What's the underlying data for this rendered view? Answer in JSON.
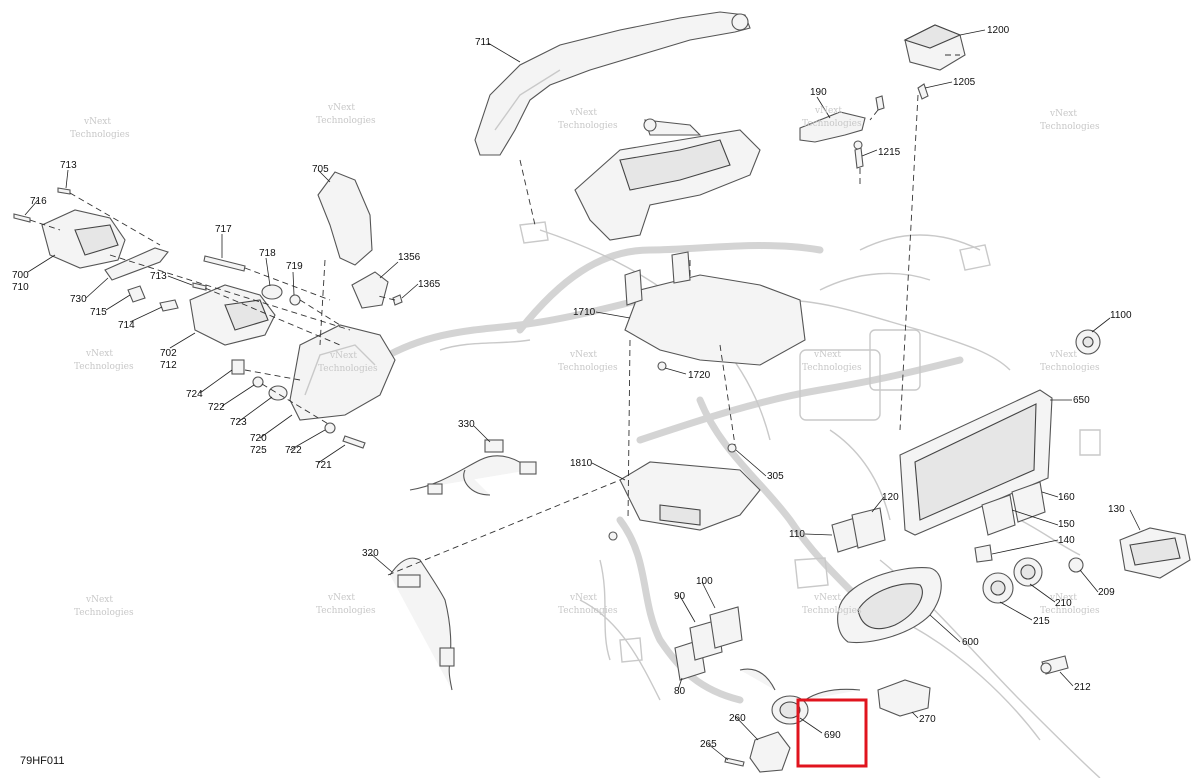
{
  "diagram_code": "79HF011",
  "watermark": {
    "line1": "vNext",
    "line2": "Technologies"
  },
  "highlight_color": "#e0141e",
  "callouts": [
    {
      "id": "c711",
      "text": "711"
    },
    {
      "id": "c1200",
      "text": "1200"
    },
    {
      "id": "c1205",
      "text": "1205"
    },
    {
      "id": "c190",
      "text": "190"
    },
    {
      "id": "c1215",
      "text": "1215"
    },
    {
      "id": "c713a",
      "text": "713"
    },
    {
      "id": "c716",
      "text": "716"
    },
    {
      "id": "c700",
      "text": "700"
    },
    {
      "id": "c710",
      "text": "710"
    },
    {
      "id": "c705",
      "text": "705"
    },
    {
      "id": "c717",
      "text": "717"
    },
    {
      "id": "c718",
      "text": "718"
    },
    {
      "id": "c719",
      "text": "719"
    },
    {
      "id": "c1356",
      "text": "1356"
    },
    {
      "id": "c1365",
      "text": "1365"
    },
    {
      "id": "c713b",
      "text": "713"
    },
    {
      "id": "c730",
      "text": "730"
    },
    {
      "id": "c715",
      "text": "715"
    },
    {
      "id": "c714",
      "text": "714"
    },
    {
      "id": "c702",
      "text": "702"
    },
    {
      "id": "c712",
      "text": "712"
    },
    {
      "id": "c1710",
      "text": "1710"
    },
    {
      "id": "c1720",
      "text": "1720"
    },
    {
      "id": "c1100",
      "text": "1100"
    },
    {
      "id": "c724",
      "text": "724"
    },
    {
      "id": "c722a",
      "text": "722"
    },
    {
      "id": "c723",
      "text": "723"
    },
    {
      "id": "c720",
      "text": "720"
    },
    {
      "id": "c725",
      "text": "725"
    },
    {
      "id": "c722b",
      "text": "722"
    },
    {
      "id": "c721",
      "text": "721"
    },
    {
      "id": "c650",
      "text": "650"
    },
    {
      "id": "c330",
      "text": "330"
    },
    {
      "id": "c305",
      "text": "305"
    },
    {
      "id": "c1810",
      "text": "1810"
    },
    {
      "id": "c120",
      "text": "120"
    },
    {
      "id": "c160",
      "text": "160"
    },
    {
      "id": "c130",
      "text": "130"
    },
    {
      "id": "c150",
      "text": "150"
    },
    {
      "id": "c110",
      "text": "110"
    },
    {
      "id": "c140",
      "text": "140"
    },
    {
      "id": "c320",
      "text": "320"
    },
    {
      "id": "c100",
      "text": "100"
    },
    {
      "id": "c90",
      "text": "90"
    },
    {
      "id": "c209",
      "text": "209"
    },
    {
      "id": "c210",
      "text": "210"
    },
    {
      "id": "c215",
      "text": "215"
    },
    {
      "id": "c600",
      "text": "600"
    },
    {
      "id": "c80",
      "text": "80"
    },
    {
      "id": "c212",
      "text": "212"
    },
    {
      "id": "c270",
      "text": "270"
    },
    {
      "id": "c260",
      "text": "260"
    },
    {
      "id": "c690",
      "text": "690"
    },
    {
      "id": "c265",
      "text": "265"
    }
  ]
}
